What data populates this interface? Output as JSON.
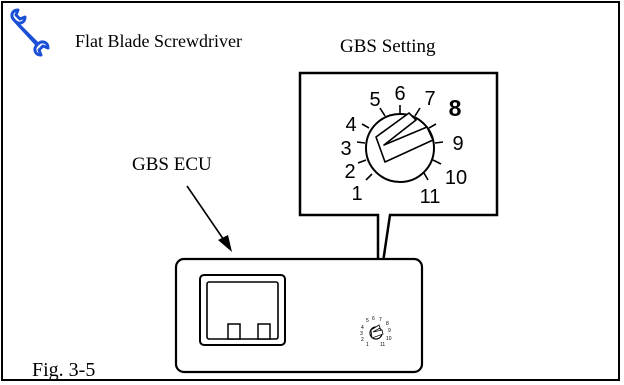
{
  "tool": {
    "icon": "wrench-icon",
    "label": "Flat Blade Screwdriver",
    "icon_color": "#1a4fd6"
  },
  "callout": {
    "title": "GBS Setting",
    "dial_numbers": [
      "1",
      "2",
      "3",
      "4",
      "5",
      "6",
      "7",
      "8",
      "9",
      "10",
      "11"
    ],
    "selected": "8"
  },
  "ecu": {
    "label": "GBS ECU"
  },
  "figure": {
    "caption": "Fig. 3-5"
  }
}
